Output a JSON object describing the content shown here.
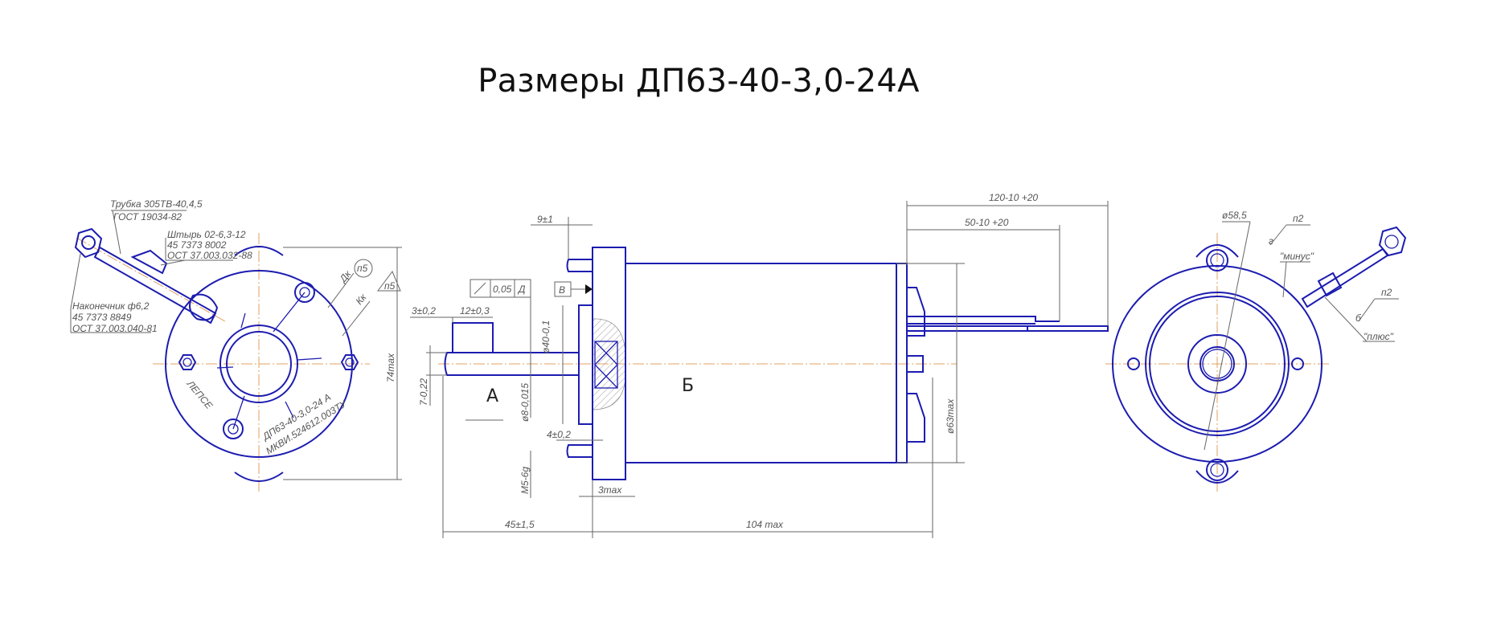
{
  "title": "Размеры ДП63-40-3,0-24А",
  "left_view": {
    "tube_line1": "Трубка 305ТВ-40,4,5",
    "tube_line2": "ГОСТ 19034-82",
    "pin_line1": "Штырь 02-6,3-12",
    "pin_line2": "45 7373 8002",
    "pin_line3": "ОСТ 37.003.032-88",
    "lug_line1": "Наконечник ф6,2",
    "lug_line2": "45 7373 8849",
    "lug_line3": "ОСТ 37.003.040-81",
    "dk": "Дк",
    "kk": "Кк",
    "p5_circle": "п5",
    "p5_triangle": "п5",
    "dim_height": "74max",
    "marking_line1": "ДП63-40-3,0-24 А",
    "marking_line2": "МКВИ.524612.003ТУ",
    "logo": "ЛЕПСЕ"
  },
  "side_view": {
    "dim_9": "9±1",
    "runout_value": "0,05",
    "runout_datum": "Д",
    "datum_b": "В",
    "dim_3": "3±0,2",
    "dim_12": "12±0,3",
    "dim_d40": "ø40-0,1",
    "dim_7": "7-0,22",
    "dim_d8": "ø8-0,015",
    "dim_4": "4±0,2",
    "thread": "М5-6g",
    "dim_3max": "3max",
    "dim_45": "45±1,5",
    "dim_104": "104 max",
    "dim_d63": "ø63max",
    "dim_120": "120-10 +20",
    "dim_50": "50-10 +20",
    "view_a": "А",
    "view_b": "Б"
  },
  "rear_view": {
    "dim_d58": "ø58,5",
    "p2_minus": "п2",
    "mark_minus": "г",
    "label_minus": "\"минус\"",
    "p2_plus": "п2",
    "mark_plus": "б",
    "label_plus": "\"плюс\""
  }
}
